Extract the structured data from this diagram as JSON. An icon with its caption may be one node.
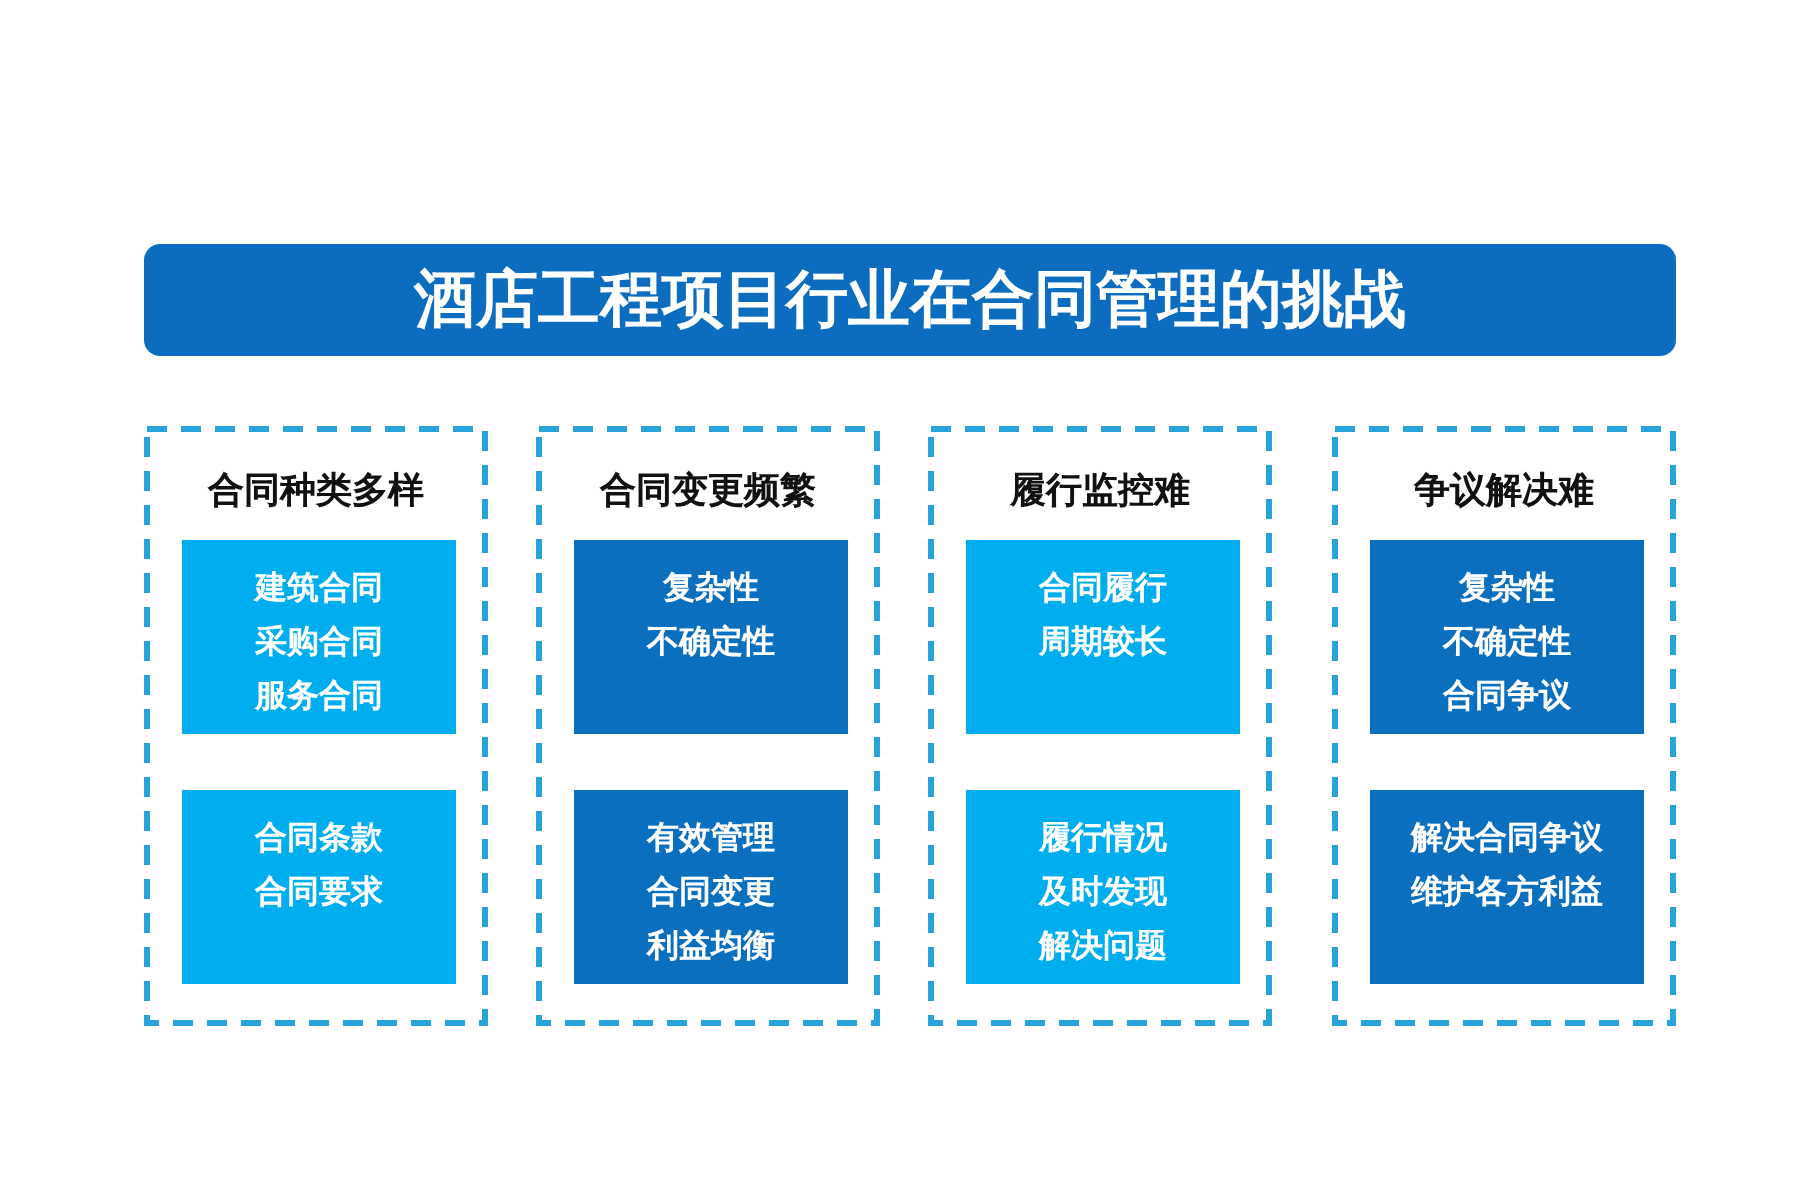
{
  "diagram": {
    "title": "酒店工程项目行业在合同管理的挑战",
    "nodes": [
      {
        "text": [
          "合同种类多样"
        ]
      },
      {
        "text": [
          "建筑合同",
          "采购合同",
          "服务合同"
        ],
        "in": 0
      },
      {
        "text": [
          "合同条款",
          "合同要求"
        ],
        "in": 0
      },
      {
        "text": [
          "合同变更频繁"
        ]
      },
      {
        "text": [
          "复杂性",
          "不确定性"
        ],
        "in": 3
      },
      {
        "text": [
          "有效管理",
          "合同变更",
          "利益均衡"
        ],
        "in": 3
      },
      {
        "text": [
          "履行监控难"
        ]
      },
      {
        "text": [
          "合同履行",
          "周期较长"
        ],
        "in": 6
      },
      {
        "text": [
          "履行情况",
          "及时发现",
          "解决问题"
        ],
        "in": 6
      },
      {
        "text": [
          "争议解决难"
        ]
      },
      {
        "text": [
          "复杂性",
          "不确定性",
          "合同争议"
        ],
        "in": 9
      },
      {
        "text": [
          "解决合同争议",
          "维护各方利益"
        ],
        "in": 9
      }
    ]
  }
}
